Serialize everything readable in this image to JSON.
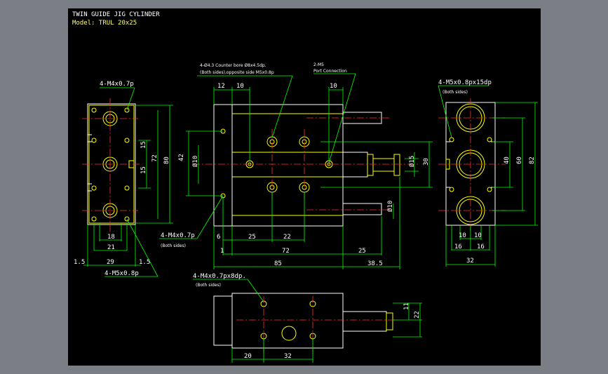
{
  "title": {
    "line1": "TWIN GUIDE JIG CYLINDER",
    "line2": "Model: TRUL 20x25"
  },
  "callouts": {
    "front_holes": "4-Ø4.3 Counter bore Ø8x4.5dp.",
    "front_holes_sub": "(Both sides),opposite side M5x0.8p",
    "port": "2-M5",
    "port_sub": "Port Connection",
    "left_top": "4-M4x0.7p",
    "left_bottom": "4-M5x0.8p",
    "front_bottom": "4-M4x0.7p",
    "front_bottom_sub": "(Both sides)",
    "right_top": "4-M5x0.8px15dp",
    "right_top_sub": "(Both sides)",
    "bottom_view": "4-M4x0.7px8dp.",
    "bottom_view_sub": "(Both sides)"
  },
  "dims": {
    "d12": "12",
    "d10a": "10",
    "d10b": "10",
    "d42": "42",
    "phi10a": "Ø10",
    "d30": "30",
    "phi15": "Ø15",
    "phi10b": "Ø10",
    "d6": "6",
    "d25a": "25",
    "d22": "22",
    "d1": "1",
    "d72b": "72",
    "d25b": "25",
    "d85": "85",
    "d385": "38.5",
    "l15a": "15",
    "l15b": "15",
    "l72": "72",
    "l80": "80",
    "l18": "18",
    "l21": "21",
    "l29": "29",
    "l15c": "1.5",
    "l15d": "1.5",
    "r40": "40",
    "r60": "60",
    "r82": "82",
    "r10a": "10",
    "r10b": "10",
    "r16a": "16",
    "r16b": "16",
    "r32": "32",
    "b11": "11",
    "b22": "22",
    "b20": "20",
    "b32": "32"
  }
}
